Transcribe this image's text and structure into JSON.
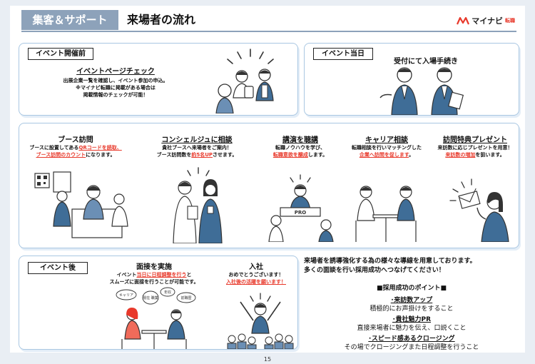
{
  "header": {
    "tag": "集客＆サポート",
    "title": "来場者の流れ",
    "logo_text": "マイナビ",
    "logo_sub": "転職"
  },
  "before": {
    "tag": "イベント開催前",
    "item": {
      "title": "イベントページチェック",
      "lines": [
        "出展企業一覧を確認し、イベント参加の申込。",
        "※マイナビ転職に掲載がある場合は",
        "掲載情報のチェックが可能！"
      ]
    }
  },
  "day": {
    "tag": "イベント当日",
    "item": {
      "title": "受付にて入場手続き"
    }
  },
  "middle": {
    "booth": {
      "title": "ブース訪問",
      "l1_pre": "ブースに設置してある",
      "l1_red": "QRコードを読取、",
      "l2_red": "ブース訪問のカウント",
      "l2_post": "になります。"
    },
    "concierge": {
      "title": "コンシェルジュに相談",
      "l1": "貴社ブースへ来場者をご案内！",
      "l2_pre": "ブース訪問数を",
      "l2_red": "約5名UP",
      "l2_post": "させます。"
    },
    "lecture": {
      "title": "講演を聴講",
      "l1": "転職ノウハウを学び、",
      "l2_red": "転職意欲を醸成",
      "l2_post": "します。"
    },
    "career": {
      "title": "キャリア相談",
      "l1": "転職相談を行いマッチングした",
      "l2_red": "企業へ訪問を促します",
      "l2_post": "。"
    },
    "gift": {
      "title": "訪問特典プレゼント",
      "l1": "来訪数に応じプレゼントを用意！",
      "l2_red": "来訪数の増加",
      "l2_post": "を狙います。"
    },
    "podium_text": "PRO"
  },
  "after": {
    "tag": "イベント後",
    "interview": {
      "title": "面接を実施",
      "l1_pre": "イベント",
      "l1_red": "当日に日程調整を行う",
      "l1_post": "と",
      "l2": "スムーズに面接を行うことが可能です。",
      "bubbles": [
        "キャリア",
        "現在\n職業",
        "年収",
        "前職歴"
      ]
    },
    "join": {
      "title": "入社",
      "l1": "おめでとうございます！",
      "l2_red": "入社後の活躍を願います！"
    }
  },
  "points": {
    "intro1": "来場者を誘導強化する為の様々な導線を用意しております。",
    "intro2": "多くの面談を行い採用成功へつなげてください！",
    "heading": "■採用成功のポイント■",
    "items": [
      {
        "title": "･来訪数アップ",
        "desc": "積極的にお声掛けをすること"
      },
      {
        "title": "･貴社魅力PR",
        "desc": "直接来場者に魅力を伝え、口説くこと"
      },
      {
        "title": "･スピード感あるクロージング",
        "desc": "その場でクロージングまた日程調整を行うこと"
      }
    ]
  },
  "page_number": "15",
  "colors": {
    "accent_gray": "#8da2ba",
    "panel_border": "#a9c7e2",
    "red": "#e8392b",
    "illus_blue": "#3f6d97"
  }
}
